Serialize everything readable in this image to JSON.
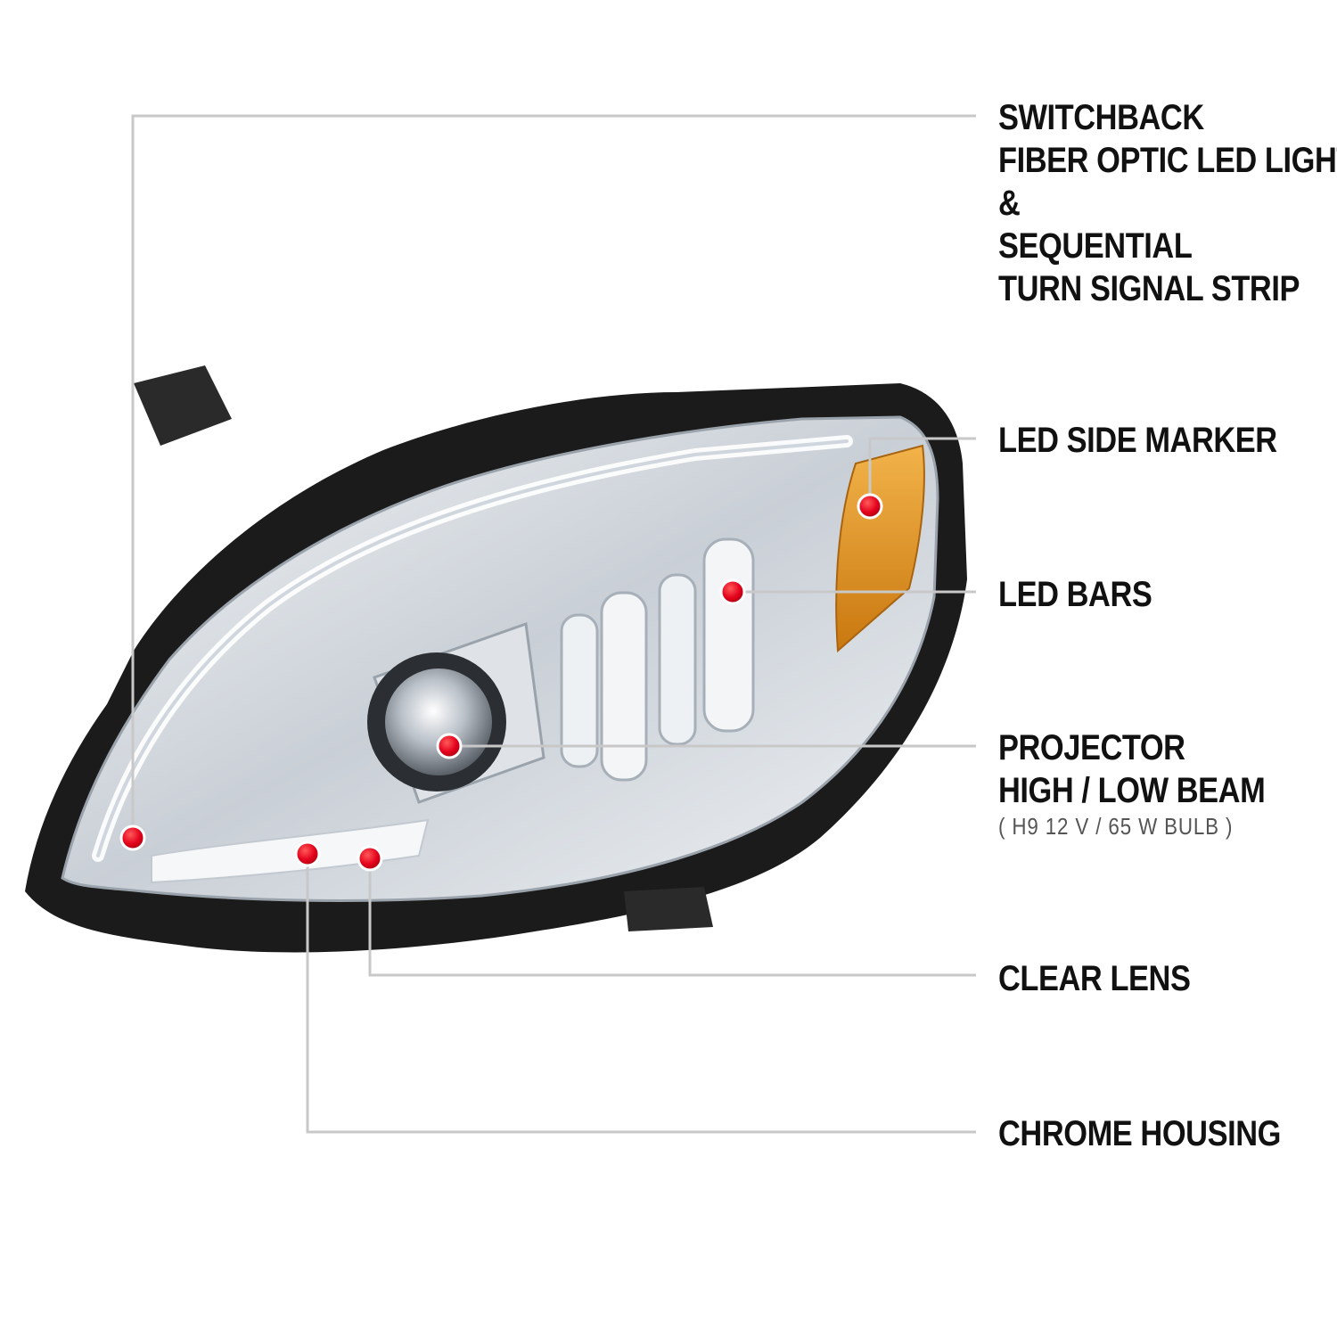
{
  "colors": {
    "background": "#ffffff",
    "label_text": "#111111",
    "note_text": "#555555",
    "leader_line": "#c8c8c8",
    "dot_red": "#e3001b",
    "housing_black": "#1b1b1b",
    "chrome": "#d9dde2",
    "amber": "#e39a20"
  },
  "callouts": [
    {
      "id": "switchback",
      "lines": [
        "SWITCHBACK",
        "FIBER OPTIC LED LIGHT",
        "&",
        "SEQUENTIAL",
        "TURN SIGNAL STRIP"
      ]
    },
    {
      "id": "side-marker",
      "lines": [
        "LED SIDE MARKER"
      ]
    },
    {
      "id": "led-bars",
      "lines": [
        "LED BARS"
      ]
    },
    {
      "id": "projector",
      "lines": [
        "PROJECTOR",
        "HIGH / LOW BEAM"
      ],
      "note": "( H9  12 V / 65 W  BULB )"
    },
    {
      "id": "clear-lens",
      "lines": [
        "CLEAR LENS"
      ]
    },
    {
      "id": "chrome-housing",
      "lines": [
        "CHROME HOUSING"
      ]
    }
  ],
  "icons": {
    "marker": "red-dot-icon",
    "product": "headlight-illustration"
  }
}
